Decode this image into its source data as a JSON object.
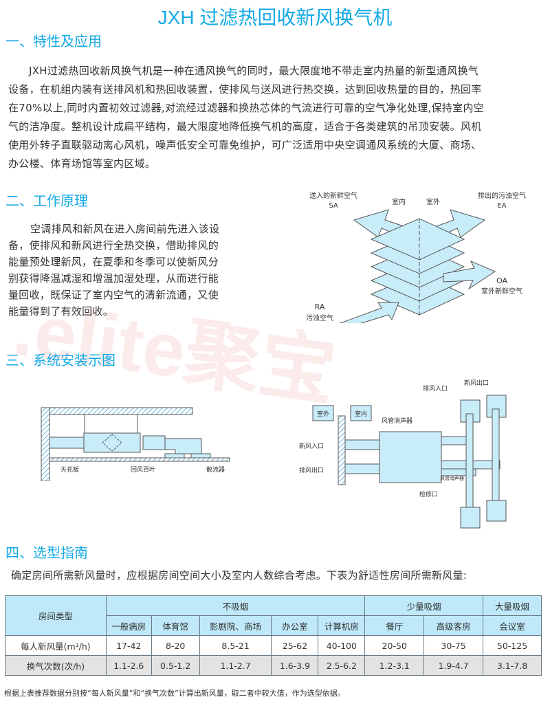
{
  "title": "JXH 过滤热回收新风换气机",
  "watermark": ".elite聚宝",
  "sections": {
    "s1": {
      "heading": "一、特性及应用",
      "lines": [
        "JXH过滤热回收新风换气机是一种在通风换气的同时，最大限度地不带走室内热量的新型通风换气",
        "设备，在机组内装有送排风机和热回收装置，使排风与送风进行热交换，达到回收热量的目的，热回率",
        "在70%以上,同时内置初效过滤器,对流经过滤器和换热芯体的气流进行可靠的空气净化处理,保持室内空",
        "气的洁净度。整机设计成扁平结构，最大限度地降低换气机的高度，适合于各类建筑的吊顶安装。风机",
        "使用外转子直联驱动离心风机，噪声低安全可靠免维护，可广泛适用中央空调通风系统的大厦、商场、",
        "办公楼、体育场馆等室内区域。"
      ]
    },
    "s2": {
      "heading": "二、工作原理",
      "lines": [
        "空调排风和新风在进入房间前先进入该设",
        "备，使排风和新风进行全热交换，借助排风的",
        "能量预处理新风，在夏季和冬季可以使新风分",
        "别获得降温减湿和增温加湿处理，从而进行能",
        "量回收，既保证了室内空气的清新流通，又使",
        "能量得到了有效回收。"
      ]
    },
    "s3": {
      "heading": "三、系统安装示图"
    },
    "s4": {
      "heading": "四、选型指南",
      "intro": "确定房间所需新风量时，应根据房间空间大小及室内人数综合考虑。下表为舒适性房间所需新风量:"
    }
  },
  "diagram1": {
    "sa": "送入的新鲜空气",
    "sa_code": "SA",
    "indoor": "室内",
    "outdoor": "室外",
    "ea": "排出的污浊空气",
    "ea_code": "EA",
    "oa_code": "OA",
    "oa": "室外新鲜空气",
    "ra_code": "RA",
    "ra": "污浊空气"
  },
  "diagram2": {
    "ceiling": "天花板",
    "return_grille": "回风百叶",
    "diffuser": "散流器"
  },
  "diagram3": {
    "outdoor": "室外",
    "indoor": "室内",
    "silencer": "风管消声器",
    "fresh_in": "新风入口",
    "exhaust_out": "排风出口",
    "exhaust_in": "排风入口",
    "fresh_out": "新风出口",
    "silencer2": "风管消声器",
    "access": "检修口"
  },
  "table": {
    "room_type": "房间类型",
    "groups": [
      "不吸烟",
      "少量吸烟",
      "大量吸烟"
    ],
    "rooms": [
      "一般病房",
      "体育馆",
      "影剧院、商场",
      "办公室",
      "计算机房",
      "餐厅",
      "高级客房",
      "会议室"
    ],
    "rows": [
      {
        "label": "每人新风量(m³/h)",
        "values": [
          "17-42",
          "8-20",
          "8.5-21",
          "25-62",
          "40-100",
          "20-50",
          "30-75",
          "50-125"
        ]
      },
      {
        "label": "换气次数(次/h)",
        "values": [
          "1.1-2.6",
          "0.5-1.2",
          "1.1-2.7",
          "1.6-3.9",
          "2.5-6.2",
          "1.2-3.1",
          "1.9-4.7",
          "3.1-7.8"
        ]
      }
    ]
  },
  "footnote": "根据上表推荐数据分别按“每人新风量”和“换气次数”计算出新风量，取二者中较大值，作为选型依据。"
}
